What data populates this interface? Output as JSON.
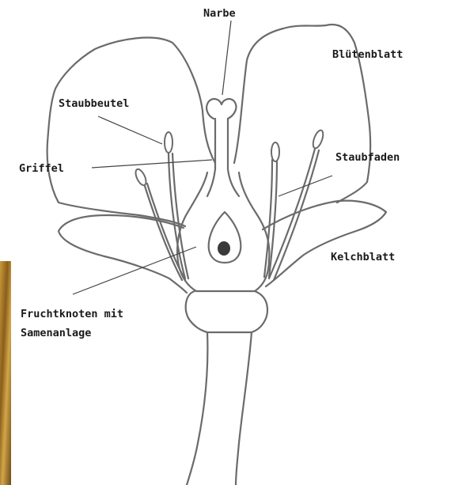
{
  "labels": {
    "narbe": "Narbe",
    "bluetenblatt": "Blütenblatt",
    "staubbeutel": "Staubbeutel",
    "griffel": "Griffel",
    "staubfaden": "Staubfaden",
    "kelchblatt": "Kelchblatt",
    "fruchtknoten_line1": "Fruchtknoten mit",
    "fruchtknoten_line2": "Samenanlage"
  },
  "colors": {
    "outline": "#6b6b6b",
    "pointer_line": "#444444",
    "ovule_fill": "#3a3a3a",
    "photo_strip": "#b8862c"
  }
}
